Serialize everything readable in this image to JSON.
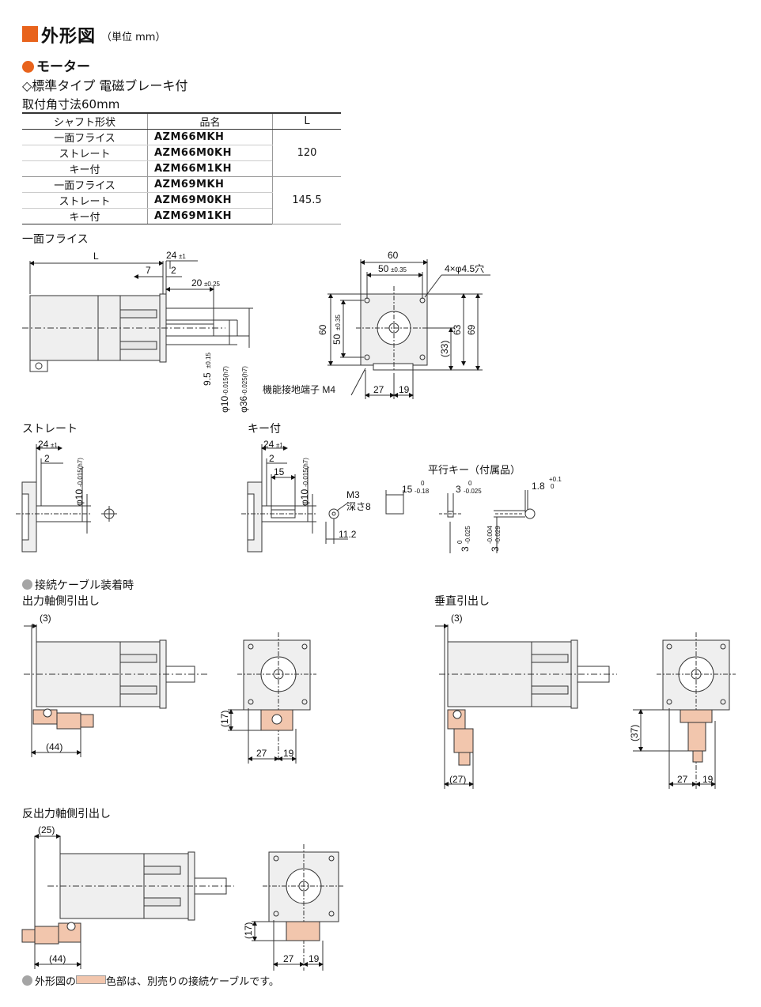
{
  "header": {
    "title": "外形図",
    "unit": "（単位 mm）"
  },
  "section": {
    "motor_title": "モーター",
    "type_title": "◇標準タイプ 電磁ブレーキ付",
    "mount_title": "取付角寸法60mm"
  },
  "table": {
    "headers": [
      "シャフト形状",
      "品名",
      "L"
    ],
    "rows": [
      {
        "shaft": "一面フライス",
        "product": "AZM66MKH"
      },
      {
        "shaft": "ストレート",
        "product": "AZM66M0KH"
      },
      {
        "shaft": "キー付",
        "product": "AZM66M1KH"
      },
      {
        "shaft": "一面フライス",
        "product": "AZM69MKH"
      },
      {
        "shaft": "ストレート",
        "product": "AZM69M0KH"
      },
      {
        "shaft": "キー付",
        "product": "AZM69M1KH"
      }
    ],
    "l_values": [
      "120",
      "145.5"
    ]
  },
  "drawings": {
    "flat_label": "一面フライス",
    "straight_label": "ストレート",
    "key_label": "キー付",
    "parallel_key_label": "平行キー（付属品）",
    "cable_label": "接続ケーブル装着時",
    "output_side_label": "出力軸側引出し",
    "vertical_label": "垂直引出し",
    "opposite_label": "反出力軸側引出し"
  },
  "dimensions": {
    "L": "L",
    "d24": "24",
    "d24_tol": "±1",
    "d7": "7",
    "d2": "2",
    "d20": "20",
    "d20_tol": "±0.25",
    "d9_5": "9.5",
    "d9_5_tol": "±0.15",
    "phi10": "φ10",
    "phi10_tol": "-0.015(h7)",
    "phi36": "φ36",
    "phi36_tol": "-0.025(h7)",
    "zero": "0",
    "d60": "60",
    "d50": "50",
    "d50_tol": "±0.35",
    "hole": "4×φ4.5穴",
    "d63": "63",
    "d69": "69",
    "d33": "(33)",
    "d27": "27",
    "d19": "19",
    "terminal": "機能接地端子 M4",
    "d15": "15",
    "m3": "M3",
    "depth": "深さ8",
    "d11_2": "11.2",
    "key15": "15",
    "key15_tol": "-0.18",
    "key3": "3",
    "key3_tol": "-0.025",
    "key1_8": "1.8",
    "key1_8_tol": "+0.1",
    "key3b_tol": "-0.029",
    "key3b_tol2": "-0.004",
    "c3": "(3)",
    "c17": "(17)",
    "c44": "(44)",
    "c37": "(37)",
    "c27": "(27)",
    "c25": "(25)"
  },
  "note": {
    "prefix": "外形図の",
    "suffix": "色部は、別売りの接続ケーブルです。"
  },
  "colors": {
    "accent": "#e8631c",
    "cable": "#f2c6ad",
    "motor_body": "#efefef"
  }
}
